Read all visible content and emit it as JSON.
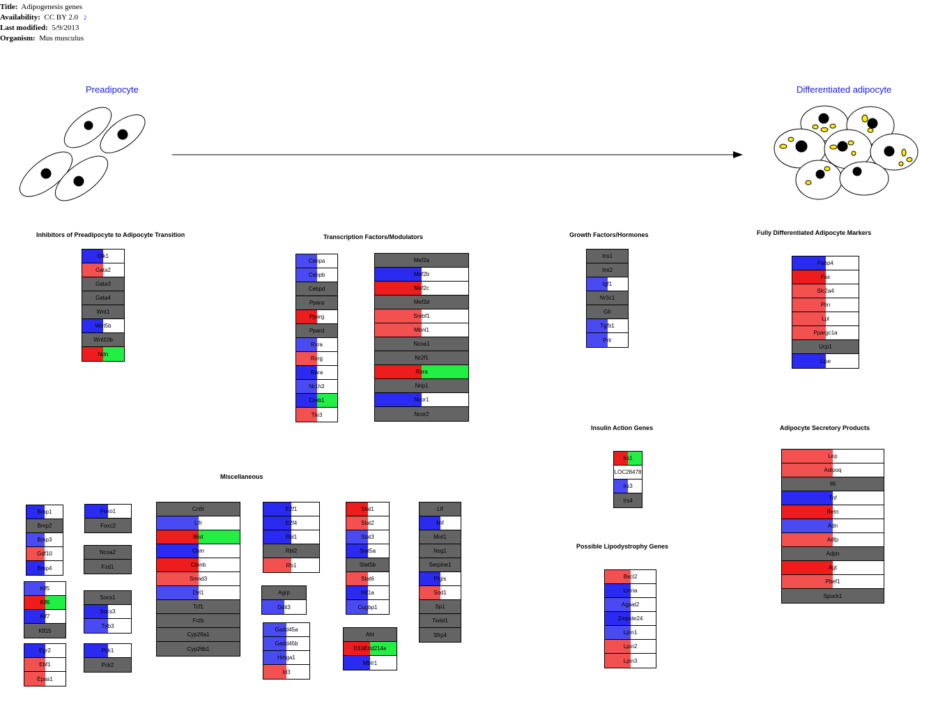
{
  "meta": {
    "title_label": "Title:",
    "title": "Adipogenesis genes",
    "availability_label": "Availability:",
    "availability": "CC BY 2.0",
    "availability_ref": "2",
    "modified_label": "Last modified:",
    "modified": "5/9/2013",
    "organism_label": "Organism:",
    "organism": "Mus musculus"
  },
  "stages": {
    "pre": "Preadipocyte",
    "diff": "Differentiated adipocyte"
  },
  "colors": {
    "blue": "#2a2af0",
    "lightblue": "#4a4af2",
    "red": "#ee1c1c",
    "lightred": "#f35050",
    "gray": "#646464",
    "green": "#22ee44",
    "white": "#ffffff",
    "accent": "#1a1ae6",
    "fat": "#ffee00"
  },
  "sections": [
    {
      "id": "inhibitors",
      "title": "Inhibitors of Preadipocyte to Adipocyte Transition"
    },
    {
      "id": "tf",
      "title": "Transcription Factors/Modulators"
    },
    {
      "id": "growth",
      "title": "Growth Factors/Hormones"
    },
    {
      "id": "markers",
      "title": "Fully Differentiated Adipocyte Markers"
    },
    {
      "id": "insulin",
      "title": "Insulin Action Genes"
    },
    {
      "id": "secretory",
      "title": "Adipocyte Secretory Products"
    },
    {
      "id": "misc",
      "title": "Miscellaneous"
    },
    {
      "id": "lipo",
      "title": "Possible Lipodystrophy Genes"
    }
  ],
  "groups": [
    {
      "id": "inhib",
      "genes": [
        {
          "n": "Dlk1",
          "c": [
            "blue",
            0.5,
            "white"
          ]
        },
        {
          "n": "Gata2",
          "c": [
            "lightred",
            0.5,
            "white"
          ]
        },
        {
          "n": "Gata3",
          "c": [
            "gray"
          ]
        },
        {
          "n": "Gata4",
          "c": [
            "gray"
          ]
        },
        {
          "n": "Wnt1",
          "c": [
            "gray"
          ]
        },
        {
          "n": "Wnt5b",
          "c": [
            "blue",
            0.5,
            "white"
          ]
        },
        {
          "n": "Wnt10b",
          "c": [
            "gray"
          ]
        },
        {
          "n": "Ndn",
          "c": [
            "red",
            0.5,
            "green"
          ]
        }
      ]
    },
    {
      "id": "tf1",
      "genes": [
        {
          "n": "Cebpa",
          "c": [
            "lightblue",
            0.5,
            "white"
          ]
        },
        {
          "n": "Cebpb",
          "c": [
            "lightblue",
            0.5,
            "white"
          ]
        },
        {
          "n": "Cebpd",
          "c": [
            "gray"
          ]
        },
        {
          "n": "Ppara",
          "c": [
            "gray"
          ]
        },
        {
          "n": "Pparg",
          "c": [
            "red",
            0.5,
            "white"
          ]
        },
        {
          "n": "Ppard",
          "c": [
            "gray"
          ]
        },
        {
          "n": "Rxra",
          "c": [
            "lightblue",
            0.5,
            "white"
          ]
        },
        {
          "n": "Rxrg",
          "c": [
            "lightred",
            0.5,
            "white"
          ]
        },
        {
          "n": "Rara",
          "c": [
            "blue",
            0.5,
            "white"
          ]
        },
        {
          "n": "Nr1h3",
          "c": [
            "lightblue",
            0.5,
            "white"
          ]
        },
        {
          "n": "Creb1",
          "c": [
            "blue",
            0.5,
            "green"
          ]
        },
        {
          "n": "Tle3",
          "c": [
            "lightred",
            0.5,
            "white"
          ]
        }
      ]
    },
    {
      "id": "tf2",
      "genes": [
        {
          "n": "Mef2a",
          "c": [
            "gray"
          ]
        },
        {
          "n": "Mef2b",
          "c": [
            "blue",
            0.5,
            "white"
          ]
        },
        {
          "n": "Mef2c",
          "c": [
            "red",
            0.5,
            "white"
          ]
        },
        {
          "n": "Mef2d",
          "c": [
            "gray"
          ]
        },
        {
          "n": "Srebf1",
          "c": [
            "lightred",
            0.5,
            "white"
          ]
        },
        {
          "n": "Mbnl1",
          "c": [
            "lightred",
            0.5,
            "white"
          ]
        },
        {
          "n": "Ncoa1",
          "c": [
            "gray"
          ]
        },
        {
          "n": "Nr2f1",
          "c": [
            "gray"
          ]
        },
        {
          "n": "Rora",
          "c": [
            "red",
            0.5,
            "green"
          ]
        },
        {
          "n": "Nrip1",
          "c": [
            "gray"
          ]
        },
        {
          "n": "Ncor1",
          "c": [
            "blue",
            0.5,
            "white"
          ]
        },
        {
          "n": "Ncor2",
          "c": [
            "gray"
          ]
        }
      ]
    },
    {
      "id": "growth",
      "genes": [
        {
          "n": "Ins1",
          "c": [
            "gray"
          ]
        },
        {
          "n": "Ins2",
          "c": [
            "gray"
          ]
        },
        {
          "n": "Igf1",
          "c": [
            "lightblue",
            0.5,
            "white"
          ]
        },
        {
          "n": "Nr3c1",
          "c": [
            "gray"
          ]
        },
        {
          "n": "Gh",
          "c": [
            "gray"
          ]
        },
        {
          "n": "Tgfb1",
          "c": [
            "lightblue",
            0.5,
            "white"
          ]
        },
        {
          "n": "Prlr",
          "c": [
            "lightblue",
            0.5,
            "white"
          ]
        }
      ]
    },
    {
      "id": "markers",
      "genes": [
        {
          "n": "Fabp4",
          "c": [
            "blue",
            0.5,
            "white"
          ]
        },
        {
          "n": "Fas",
          "c": [
            "red",
            0.5,
            "white"
          ]
        },
        {
          "n": "Slc2a4",
          "c": [
            "lightred",
            0.5,
            "white"
          ]
        },
        {
          "n": "Plin",
          "c": [
            "lightred",
            0.5,
            "white"
          ]
        },
        {
          "n": "Lpl",
          "c": [
            "lightred",
            0.5,
            "white"
          ]
        },
        {
          "n": "Ppargc1a",
          "c": [
            "lightred",
            0.5,
            "white"
          ]
        },
        {
          "n": "Ucp1",
          "c": [
            "gray"
          ]
        },
        {
          "n": "Lipe",
          "c": [
            "blue",
            0.5,
            "white"
          ]
        }
      ]
    },
    {
      "id": "insulin",
      "genes": [
        {
          "n": "Irs1",
          "c": [
            "red",
            0.5,
            "green"
          ]
        },
        {
          "n": "LOC28478",
          "c": [
            "white"
          ]
        },
        {
          "n": "Irs3",
          "c": [
            "lightblue",
            0.5,
            "white"
          ]
        },
        {
          "n": "Irs4",
          "c": [
            "gray"
          ]
        }
      ]
    },
    {
      "id": "secretory",
      "genes": [
        {
          "n": "Lep",
          "c": [
            "lightred",
            0.5,
            "white"
          ]
        },
        {
          "n": "Adipoq",
          "c": [
            "lightred",
            0.5,
            "white"
          ]
        },
        {
          "n": "Il6",
          "c": [
            "gray"
          ]
        },
        {
          "n": "Tnf",
          "c": [
            "blue",
            0.5,
            "white"
          ]
        },
        {
          "n": "Retn",
          "c": [
            "red",
            0.5,
            "white"
          ]
        },
        {
          "n": "Adn",
          "c": [
            "lightblue",
            0.5,
            "white"
          ]
        },
        {
          "n": "Adfp",
          "c": [
            "lightred",
            0.5,
            "white"
          ]
        },
        {
          "n": "Adpn",
          "c": [
            "gray"
          ]
        },
        {
          "n": "Agt",
          "c": [
            "red",
            0.5,
            "white"
          ]
        },
        {
          "n": "Pbef1",
          "c": [
            "lightred",
            0.5,
            "white"
          ]
        },
        {
          "n": "Spock1",
          "c": [
            "gray"
          ]
        }
      ]
    },
    {
      "id": "lipo",
      "genes": [
        {
          "n": "Bscl2",
          "c": [
            "lightred",
            0.5,
            "white"
          ]
        },
        {
          "n": "Lmna",
          "c": [
            "blue",
            0.5,
            "white"
          ]
        },
        {
          "n": "Agpat2",
          "c": [
            "lightblue",
            0.5,
            "white"
          ]
        },
        {
          "n": "Zmpste24",
          "c": [
            "blue",
            0.5,
            "white"
          ]
        },
        {
          "n": "Lpin1",
          "c": [
            "lightblue",
            0.5,
            "white"
          ]
        },
        {
          "n": "Lpin2",
          "c": [
            "lightred",
            0.5,
            "white"
          ]
        },
        {
          "n": "Lpin3",
          "c": [
            "lightred",
            0.5,
            "white"
          ]
        }
      ]
    },
    {
      "id": "bmp",
      "genes": [
        {
          "n": "Bmp1",
          "c": [
            "blue",
            0.5,
            "white"
          ]
        },
        {
          "n": "Bmp2",
          "c": [
            "gray"
          ]
        },
        {
          "n": "Bmp3",
          "c": [
            "lightblue",
            0.5,
            "white"
          ]
        },
        {
          "n": "Gdf10",
          "c": [
            "lightred",
            0.5,
            "white"
          ]
        },
        {
          "n": "Bmp4",
          "c": [
            "blue",
            0.5,
            "white"
          ]
        }
      ]
    },
    {
      "id": "klf",
      "genes": [
        {
          "n": "Klf5",
          "c": [
            "lightblue",
            0.5,
            "white"
          ]
        },
        {
          "n": "Klf6",
          "c": [
            "red",
            0.5,
            "green"
          ]
        },
        {
          "n": "Klf7",
          "c": [
            "blue",
            0.5,
            "white"
          ]
        },
        {
          "n": "Klf15",
          "c": [
            "gray"
          ]
        }
      ]
    },
    {
      "id": "egr",
      "genes": [
        {
          "n": "Egr2",
          "c": [
            "blue",
            0.5,
            "white"
          ]
        },
        {
          "n": "Ebf1",
          "c": [
            "lightred",
            0.5,
            "white"
          ]
        },
        {
          "n": "Epas1",
          "c": [
            "lightred",
            0.5,
            "white"
          ]
        }
      ]
    },
    {
      "id": "foxo",
      "genes": [
        {
          "n": "Foxo1",
          "c": [
            "blue",
            0.5,
            "white"
          ]
        },
        {
          "n": "Foxc2",
          "c": [
            "gray"
          ]
        }
      ]
    },
    {
      "id": "ncoa2",
      "genes": [
        {
          "n": "Ncoa2",
          "c": [
            "gray"
          ]
        },
        {
          "n": "Fzd1",
          "c": [
            "gray"
          ]
        }
      ]
    },
    {
      "id": "socs",
      "genes": [
        {
          "n": "Socs1",
          "c": [
            "gray"
          ]
        },
        {
          "n": "Socs3",
          "c": [
            "blue",
            0.5,
            "white"
          ]
        },
        {
          "n": "Trib3",
          "c": [
            "lightblue",
            0.5,
            "white"
          ]
        }
      ]
    },
    {
      "id": "pck",
      "genes": [
        {
          "n": "Pck1",
          "c": [
            "blue",
            0.5,
            "white"
          ]
        },
        {
          "n": "Pck2",
          "c": [
            "gray"
          ]
        }
      ]
    },
    {
      "id": "cntfr",
      "genes": [
        {
          "n": "Cntfr",
          "c": [
            "gray"
          ]
        },
        {
          "n": "Lifr",
          "c": [
            "lightblue",
            0.5,
            "white"
          ]
        },
        {
          "n": "Il6st",
          "c": [
            "red",
            0.5,
            "green"
          ]
        },
        {
          "n": "Osm",
          "c": [
            "blue",
            0.5,
            "white"
          ]
        },
        {
          "n": "Ctnnb",
          "c": [
            "red",
            0.5,
            "white"
          ]
        },
        {
          "n": "Smad3",
          "c": [
            "lightred",
            0.5,
            "white"
          ]
        },
        {
          "n": "Dvl1",
          "c": [
            "lightblue",
            0.5,
            "white"
          ]
        },
        {
          "n": "Tcf1",
          "c": [
            "gray"
          ]
        },
        {
          "n": "Frzb",
          "c": [
            "gray"
          ]
        },
        {
          "n": "Cyp26a1",
          "c": [
            "gray"
          ]
        },
        {
          "n": "Cyp26b1",
          "c": [
            "gray"
          ]
        }
      ]
    },
    {
      "id": "e2f",
      "genes": [
        {
          "n": "E2f1",
          "c": [
            "blue",
            0.5,
            "white"
          ]
        },
        {
          "n": "E2f4",
          "c": [
            "blue",
            0.5,
            "white"
          ]
        },
        {
          "n": "Rbl1",
          "c": [
            "blue",
            0.5,
            "white"
          ]
        },
        {
          "n": "Rbl2",
          "c": [
            "gray"
          ]
        },
        {
          "n": "Rb1",
          "c": [
            "lightred",
            0.5,
            "white"
          ]
        }
      ]
    },
    {
      "id": "agrp",
      "genes": [
        {
          "n": "Agrp",
          "c": [
            "gray"
          ]
        },
        {
          "n": "Ddit3",
          "c": [
            "lightblue",
            0.5,
            "white"
          ]
        }
      ]
    },
    {
      "id": "gadd",
      "genes": [
        {
          "n": "Gadd45a",
          "c": [
            "lightblue",
            0.5,
            "white"
          ]
        },
        {
          "n": "Gadd45b",
          "c": [
            "lightblue",
            0.5,
            "white"
          ]
        },
        {
          "n": "Hmga1",
          "c": [
            "lightblue",
            0.5,
            "white"
          ]
        },
        {
          "n": "Id3",
          "c": [
            "lightred",
            0.5,
            "white"
          ]
        }
      ]
    },
    {
      "id": "stat",
      "genes": [
        {
          "n": "Stat1",
          "c": [
            "red",
            0.5,
            "white"
          ]
        },
        {
          "n": "Stat2",
          "c": [
            "lightred",
            0.5,
            "white"
          ]
        },
        {
          "n": "Stat3",
          "c": [
            "lightblue",
            0.5,
            "white"
          ]
        },
        {
          "n": "Stat5a",
          "c": [
            "blue",
            0.5,
            "white"
          ]
        },
        {
          "n": "Stat5b",
          "c": [
            "gray"
          ]
        },
        {
          "n": "Stat6",
          "c": [
            "lightred",
            0.5,
            "white"
          ]
        },
        {
          "n": "Hif1a",
          "c": [
            "blue",
            0.5,
            "white"
          ]
        },
        {
          "n": "Cugbp1",
          "c": [
            "lightblue",
            0.5,
            "white"
          ]
        }
      ]
    },
    {
      "id": "ahr",
      "genes": [
        {
          "n": "Ahr",
          "c": [
            "gray"
          ]
        },
        {
          "n": "D10Ertd214e",
          "c": [
            "red",
            0.5,
            "green"
          ]
        },
        {
          "n": "Mbtr1",
          "c": [
            "blue",
            0.5,
            "white"
          ]
        }
      ]
    },
    {
      "id": "lif",
      "genes": [
        {
          "n": "Lif",
          "c": [
            "gray"
          ]
        },
        {
          "n": "Mif",
          "c": [
            "blue",
            0.5,
            "white"
          ]
        },
        {
          "n": "Mixl1",
          "c": [
            "gray"
          ]
        },
        {
          "n": "Nsg1",
          "c": [
            "gray"
          ]
        },
        {
          "n": "Serpine1",
          "c": [
            "gray"
          ]
        },
        {
          "n": "Ptgis",
          "c": [
            "blue",
            0.5,
            "white"
          ]
        },
        {
          "n": "Sod1",
          "c": [
            "lightred",
            0.5,
            "white"
          ]
        },
        {
          "n": "Sp1",
          "c": [
            "gray"
          ]
        },
        {
          "n": "Twist1",
          "c": [
            "gray"
          ]
        },
        {
          "n": "Sfrp4",
          "c": [
            "gray"
          ]
        }
      ]
    }
  ]
}
